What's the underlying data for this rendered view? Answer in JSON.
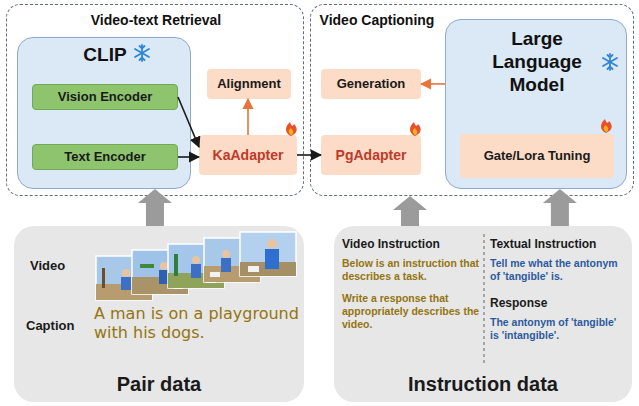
{
  "diagram": {
    "nodes": [
      {
        "text": [
          "Video-text Retrieval"
        ]
      },
      {
        "text": [
          "CLIP"
        ],
        "in": 0
      },
      {
        "text": [
          "Vision Encoder"
        ],
        "in": 1
      },
      {
        "text": [
          "Text Encoder"
        ],
        "in": 1
      },
      {
        "text": [
          "Alignment"
        ],
        "in": 0
      },
      {
        "text": [
          "KaAdapter"
        ],
        "in": 0
      },
      {
        "text": [
          "Video Captioning"
        ]
      },
      {
        "text": [
          "Generation"
        ],
        "in": 6
      },
      {
        "text": [
          "PgAdapter"
        ],
        "in": 6
      },
      {
        "text": [
          "Large Language Model"
        ],
        "in": 6
      },
      {
        "text": [
          "Gate/Lora Tuning"
        ],
        "in": 9
      },
      {
        "text": [
          "Video",
          "Caption",
          "A man is on a playground with his dogs.",
          "Pair data"
        ]
      },
      {
        "text": [
          "Video Instruction",
          "Below is an instruction that describes a task.",
          "Write a response that appropriately describes the video.",
          "Textual Instruction",
          "Tell me what the antonym of 'tangible' is.",
          "Response",
          "The antonym of 'tangible' is 'intangible'.",
          "Instruction data"
        ]
      }
    ],
    "edges": [
      {
        "from": 2,
        "to": 5,
        "arrow": "to"
      },
      {
        "from": 3,
        "to": 5,
        "arrow": "to"
      },
      {
        "from": 5,
        "to": 4,
        "arrow": "to"
      },
      {
        "from": 5,
        "to": 8,
        "arrow": "to"
      },
      {
        "from": 9,
        "to": 7,
        "arrow": "to"
      },
      {
        "from": 11,
        "to": 1,
        "arrow": "to"
      },
      {
        "from": 12,
        "to": 6,
        "arrow": "to"
      },
      {
        "from": 12,
        "to": 9,
        "arrow": "to"
      }
    ]
  }
}
